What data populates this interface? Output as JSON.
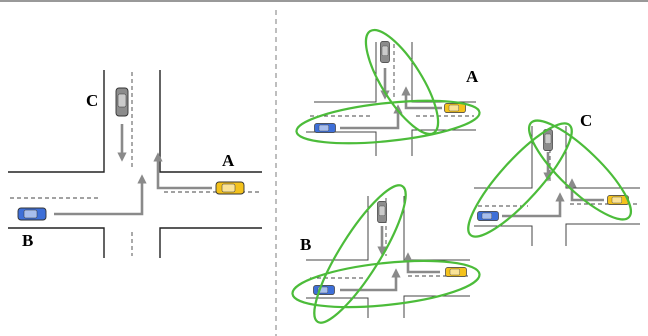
{
  "labels": {
    "left_a": "A",
    "left_b": "B",
    "left_c": "C",
    "right_a": "A",
    "right_b": "B",
    "right_c": "C"
  },
  "colors": {
    "car_a": "#f4c21c",
    "car_b": "#3e6fd8",
    "car_c": "#8c8c8c",
    "path": "#8a8a8a",
    "group_ellipse": "#4cbc3a",
    "divider": "#888888"
  },
  "icons": {
    "car": "car-topdown-icon",
    "arrow": "arrow-icon"
  }
}
